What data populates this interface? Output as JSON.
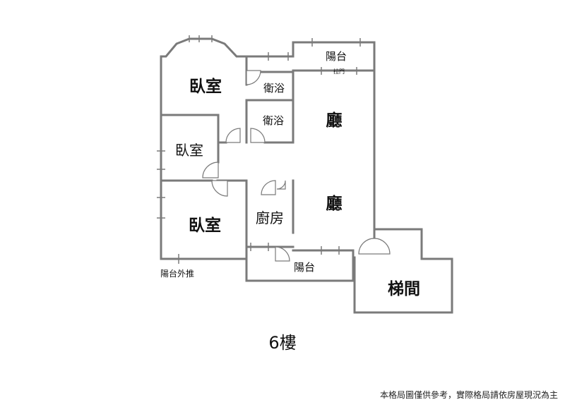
{
  "rooms": {
    "bedroom_large": "臥室",
    "bedroom_small": "臥室",
    "bedroom_lower": "臥室",
    "bathroom_upper": "衛浴",
    "bathroom_lower": "衛浴",
    "living_upper": "廳",
    "living_lower": "廳",
    "kitchen": "廚房",
    "balcony_top": "陽台",
    "balcony_bottom": "陽台",
    "stairwell": "梯間"
  },
  "annotations": {
    "sliding_door": "拉門",
    "balcony_outward": "陽台外推"
  },
  "floor_label": "6樓",
  "disclaimer": "本格局圖僅供參考，實際格局請依房屋現況為主"
}
